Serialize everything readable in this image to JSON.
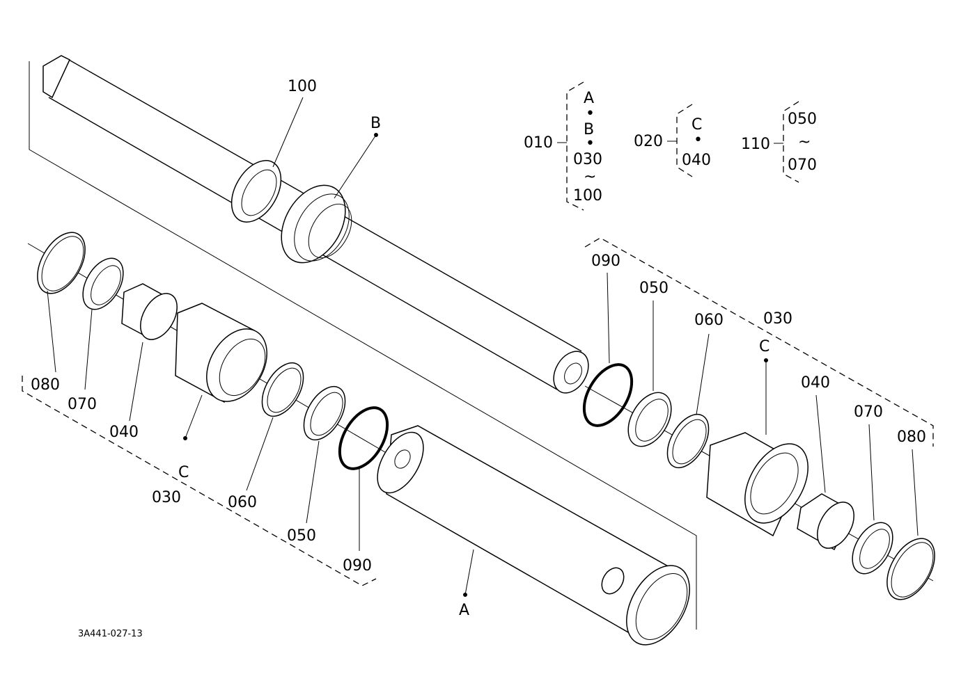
{
  "labels": {
    "rod_100": "100",
    "rod_B": "B",
    "left_080": "080",
    "left_070": "070",
    "left_040": "040",
    "left_C": "C",
    "left_030": "030",
    "left_060": "060",
    "left_050": "050",
    "left_090": "090",
    "tube_A": "A",
    "right_090": "090",
    "right_050": "050",
    "right_060": "060",
    "right_030": "030",
    "right_C": "C",
    "right_040": "040",
    "right_070": "070",
    "right_080": "080"
  },
  "legend": {
    "g010": {
      "num": "010",
      "items": [
        "A",
        "•",
        "B",
        "•",
        "030",
        "~",
        "100"
      ]
    },
    "g020": {
      "num": "020",
      "items": [
        "C",
        "•",
        "040"
      ]
    },
    "g110": {
      "num": "110",
      "items": [
        "050",
        "~",
        "070"
      ]
    }
  },
  "drawing_code": "3A441-027-13"
}
